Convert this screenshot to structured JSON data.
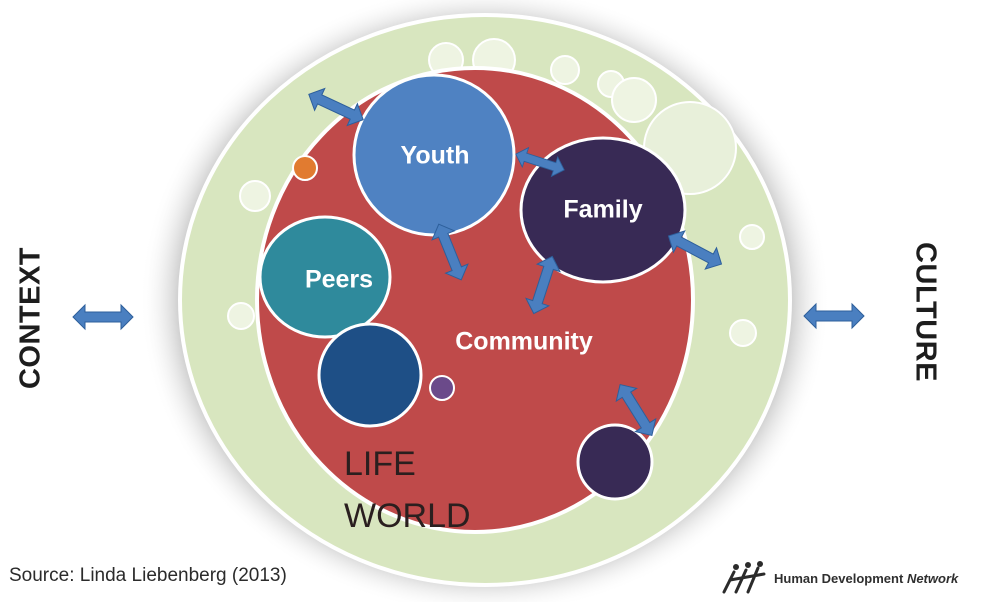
{
  "diagram": {
    "outer_left_label": "CONTEXT",
    "outer_right_label": "CULTURE",
    "nodes": {
      "youth": "Youth",
      "family": "Family",
      "peers": "Peers",
      "community": "Community"
    },
    "life_world": [
      "LIFE",
      "WORLD"
    ]
  },
  "footer": {
    "source": "Source: Linda Liebenberg (2013)",
    "brand": "Human Development",
    "brand_italic": "Network"
  },
  "colors": {
    "outer_ring": "#d8e6bf",
    "life_world": "#bf4a4a",
    "youth": "#4f82c2",
    "family": "#382a55",
    "peers": "#2f8a9c",
    "dark_blue": "#1e4f86",
    "arrow": "#4a7fc0"
  }
}
